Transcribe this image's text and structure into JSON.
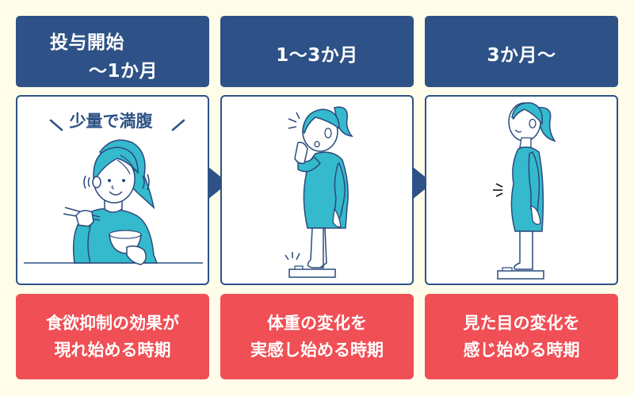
{
  "colors": {
    "background": "#fffdea",
    "header_navy": "#2e5287",
    "caption_red": "#ef4f55",
    "figure_teal": "#35b9cc",
    "outline": "#2b4a7c"
  },
  "stages": [
    {
      "header": {
        "line1": "投与開始",
        "line2": "〜1か月"
      },
      "illustration": {
        "label": "少量で満腹",
        "description": "woman-eating-small-bowl-of-rice"
      },
      "caption": {
        "line1": "食欲抑制の効果が",
        "line2": "現れ始める時期"
      }
    },
    {
      "header": {
        "line1": "1〜3か月"
      },
      "illustration": {
        "description": "surprised-woman-standing-on-scale"
      },
      "caption": {
        "line1": "体重の変化を",
        "line2": "実感し始める時期"
      }
    },
    {
      "header": {
        "line1": "3か月〜"
      },
      "illustration": {
        "description": "slim-woman-standing-on-scale-profile"
      },
      "caption": {
        "line1": "見た目の変化を",
        "line2": "感じ始める時期"
      }
    }
  ],
  "arrows": [
    "arrow-right-icon",
    "arrow-right-icon"
  ]
}
